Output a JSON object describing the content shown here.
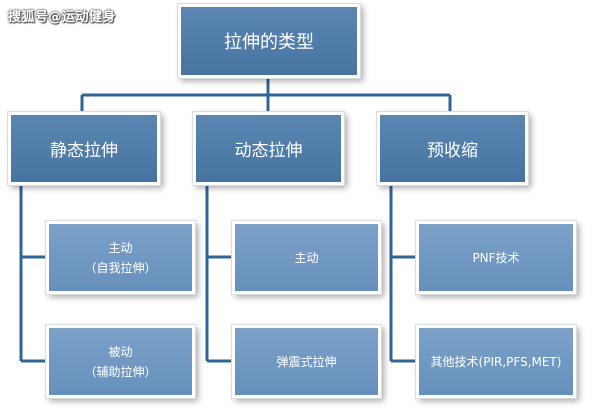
{
  "watermark": "搜狐号@运动健身",
  "root": {
    "label": "拉伸的类型"
  },
  "categories": [
    {
      "label": "静态拉伸",
      "children": [
        {
          "line1": "主动",
          "line2": "（自我拉伸）"
        },
        {
          "line1": "被动",
          "line2": "（辅助拉伸）"
        }
      ]
    },
    {
      "label": "动态拉伸",
      "children": [
        {
          "line1": "主动",
          "line2": ""
        },
        {
          "line1": "弹震式拉伸",
          "line2": ""
        }
      ]
    },
    {
      "label": "预收缩",
      "children": [
        {
          "line1": "PNF技术",
          "line2": ""
        },
        {
          "line1": "其他技术(PIR,PFS,MET)",
          "line2": ""
        }
      ]
    }
  ],
  "colors": {
    "connector": "#2f6496",
    "box_dark": "#4874a2",
    "box_light": "#7ba1c8"
  }
}
